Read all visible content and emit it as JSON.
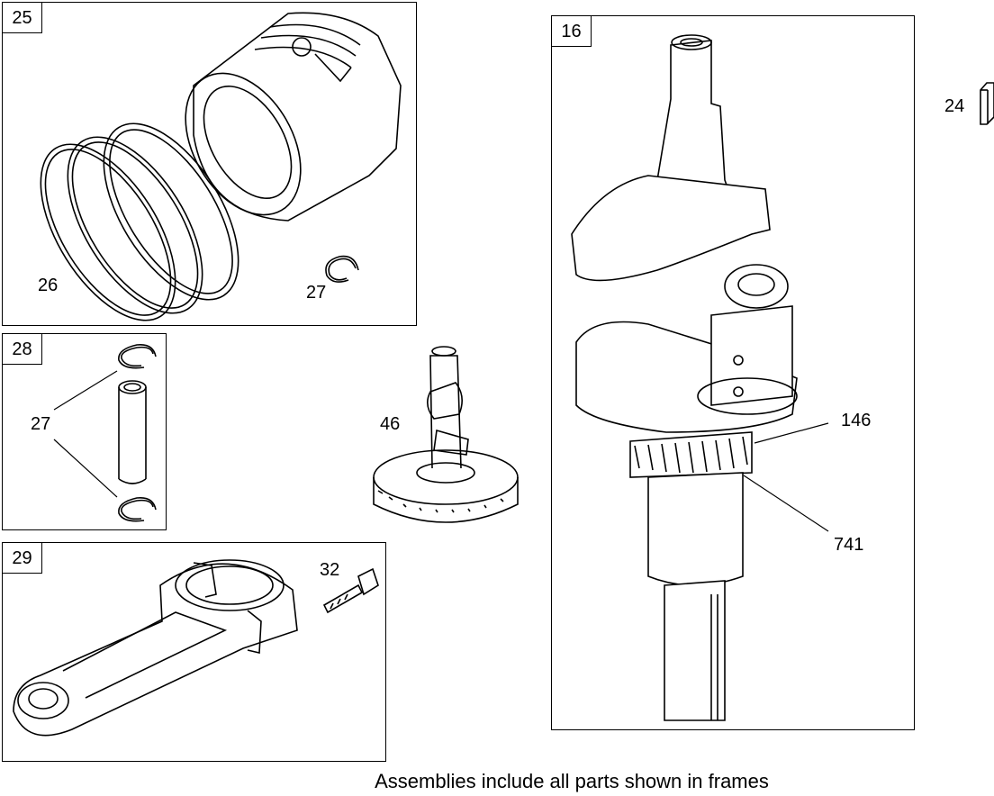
{
  "frames": {
    "piston_frame": "25",
    "pin_frame": "28",
    "rod_frame": "29",
    "crank_frame": "16"
  },
  "callouts": {
    "key": "24",
    "rings": "26",
    "clip_top": "27",
    "clip_left": "27",
    "bolt": "32",
    "cam": "46",
    "crank_gear_a": "146",
    "crank_gear_b": "741"
  },
  "caption": "Assemblies include all parts shown in frames"
}
